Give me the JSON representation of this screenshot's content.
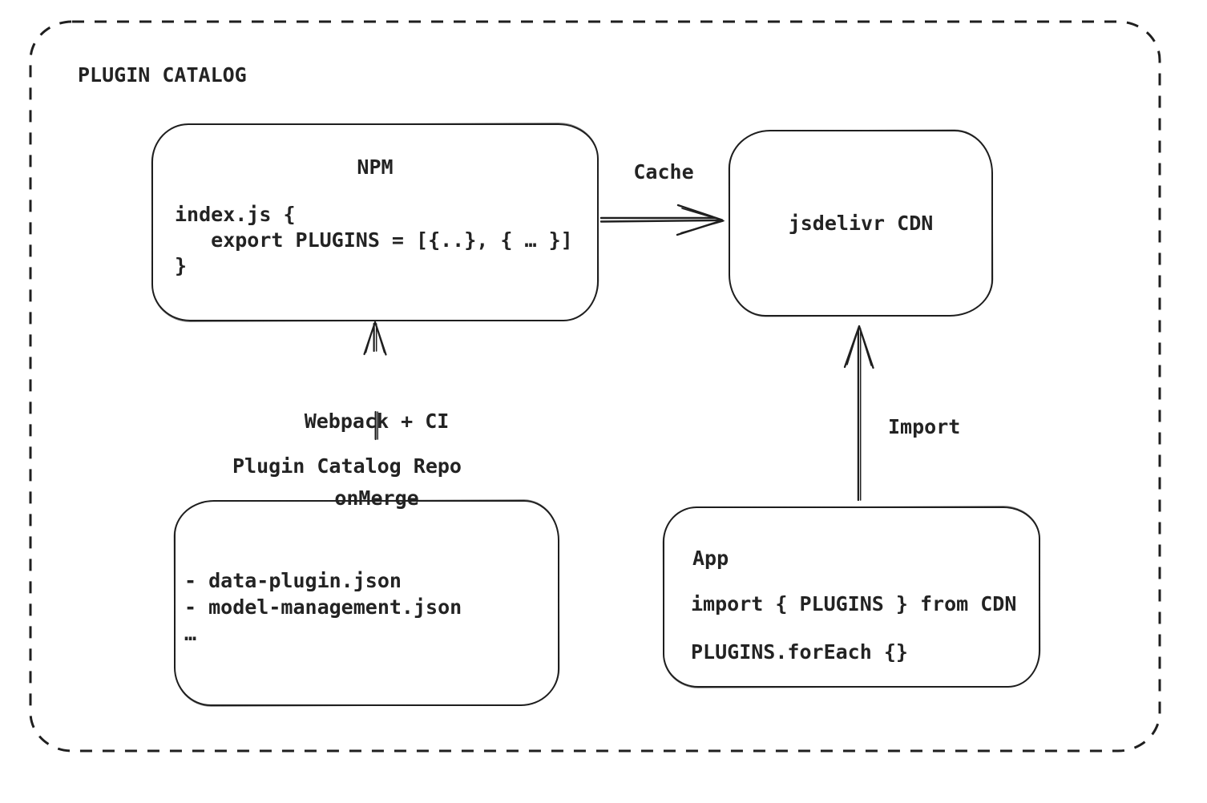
{
  "diagram": {
    "title": "PLUGIN CATALOG",
    "colors": {
      "ink": "#1f1f1f",
      "background": "#ffffff"
    }
  },
  "boxes": {
    "npm": {
      "title": "NPM",
      "code_lines": {
        "0": "index.js {",
        "1": "   export PLUGINS = [{..}, { … }]",
        "2": "}"
      }
    },
    "cdn": {
      "title": "jsdelivr CDN"
    },
    "repo": {
      "label": "Plugin Catalog Repo",
      "items": {
        "0": "- data-plugin.json",
        "1": "- model-management.json",
        "2": "…"
      }
    },
    "app": {
      "title": "App",
      "code_lines": {
        "0": "import { PLUGINS } from CDN",
        "1": "PLUGINS.forEach {}"
      }
    }
  },
  "arrows": {
    "cache": {
      "label": "Cache"
    },
    "build": {
      "label_line1": "Webpack + CI",
      "label_line2": "onMerge"
    },
    "import": {
      "label": "Import"
    }
  }
}
